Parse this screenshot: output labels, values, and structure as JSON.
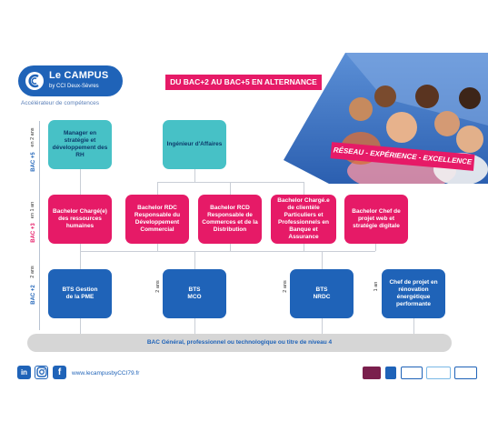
{
  "header": {
    "brand_name": "Le CAMPUS",
    "brand_sub": "by CCI Deux-Sèvres",
    "tagline": "Accélérateur de compétences",
    "banner_title": "DU BAC+2 AU BAC+5 EN ALTERNANCE",
    "banner_tag": "RÉSEAU - EXPÉRIENCE - EXCELLENCE",
    "colors": {
      "blue": "#1f63b8",
      "pink": "#e61a67",
      "teal": "#47c1c6"
    }
  },
  "levels": {
    "bac5": "BAC +5",
    "bac5_duration": "en 2 ans",
    "bac3": "BAC +3",
    "bac3_duration": "en 1 an",
    "bac2": "BAC +2"
  },
  "bac5_programs": [
    {
      "label": "Manager en stratégie et développement des RH"
    },
    {
      "label": "Ingénieur d'Affaires"
    }
  ],
  "bac3_programs": [
    {
      "label": "Bachelor Chargé(e) des ressources humaines"
    },
    {
      "label": "Bachelor RDC Responsable du Développement Commercial"
    },
    {
      "label": "Bachelor RCD Responsable de Commerces et de la Distribution"
    },
    {
      "label": "Bachelor Chargé.e de clientèle Particuliers et Professionnels en Banque et Assurance"
    },
    {
      "label": "Bachelor Chef de projet web et stratégie digitale"
    }
  ],
  "bac2_programs": [
    {
      "label": "BTS Gestion de la PME",
      "duration": ""
    },
    {
      "label": "BTS MCO",
      "duration": "2 ans"
    },
    {
      "label": "BTS NRDC",
      "duration": "2 ans"
    },
    {
      "label": "Chef de projet en rénovation énergétique performante",
      "duration": "1 an"
    }
  ],
  "bac2_first_duration": "2 ans",
  "entry_requirement": "BAC Général, professionnel ou technologique ou titre de niveau 4",
  "footer": {
    "social_icons": [
      "linkedin-icon",
      "instagram-icon",
      "facebook-icon"
    ],
    "website": "www.lecampusbyCCI79.fr"
  }
}
